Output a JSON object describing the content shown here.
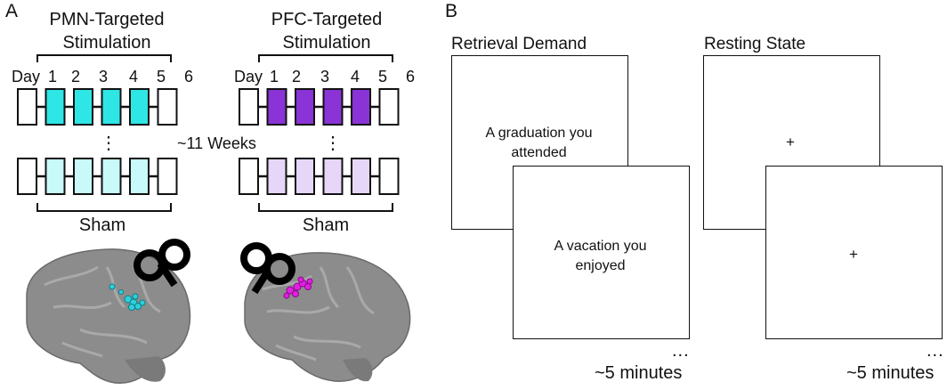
{
  "panel_a": {
    "letter": "A",
    "pmn_title_line1": "PMN-Targeted",
    "pmn_title_line2": "Stimulation",
    "pfc_title_line1": "PFC-Targeted",
    "pfc_title_line2": "Stimulation",
    "day_label": "Day",
    "day_numbers": [
      "1",
      "2",
      "3",
      "4",
      "5",
      "6"
    ],
    "gap_label": "~11 Weeks",
    "ellipsis": "⋮",
    "sham_label": "Sham",
    "colors": {
      "pmn_active": "#2ee6e6",
      "pmn_sham": "#c8fafa",
      "pfc_active": "#8a33d6",
      "pfc_sham": "#e6d6f7",
      "pmn_cluster": "#2fd0dc",
      "pfc_cluster": "#e020e0",
      "brain": "#8a8a8a"
    },
    "icons": [
      "brain-icon",
      "tms-coil-icon"
    ]
  },
  "panel_b": {
    "letter": "B",
    "retrieval_title": "Retrieval Demand",
    "resting_title": "Resting State",
    "card1_line1": "A graduation you",
    "card1_line2": "attended",
    "card2_line1": "A vacation you",
    "card2_line2": "enjoyed",
    "fixation": "+",
    "ellipsis": "...",
    "duration": "~5 minutes"
  }
}
